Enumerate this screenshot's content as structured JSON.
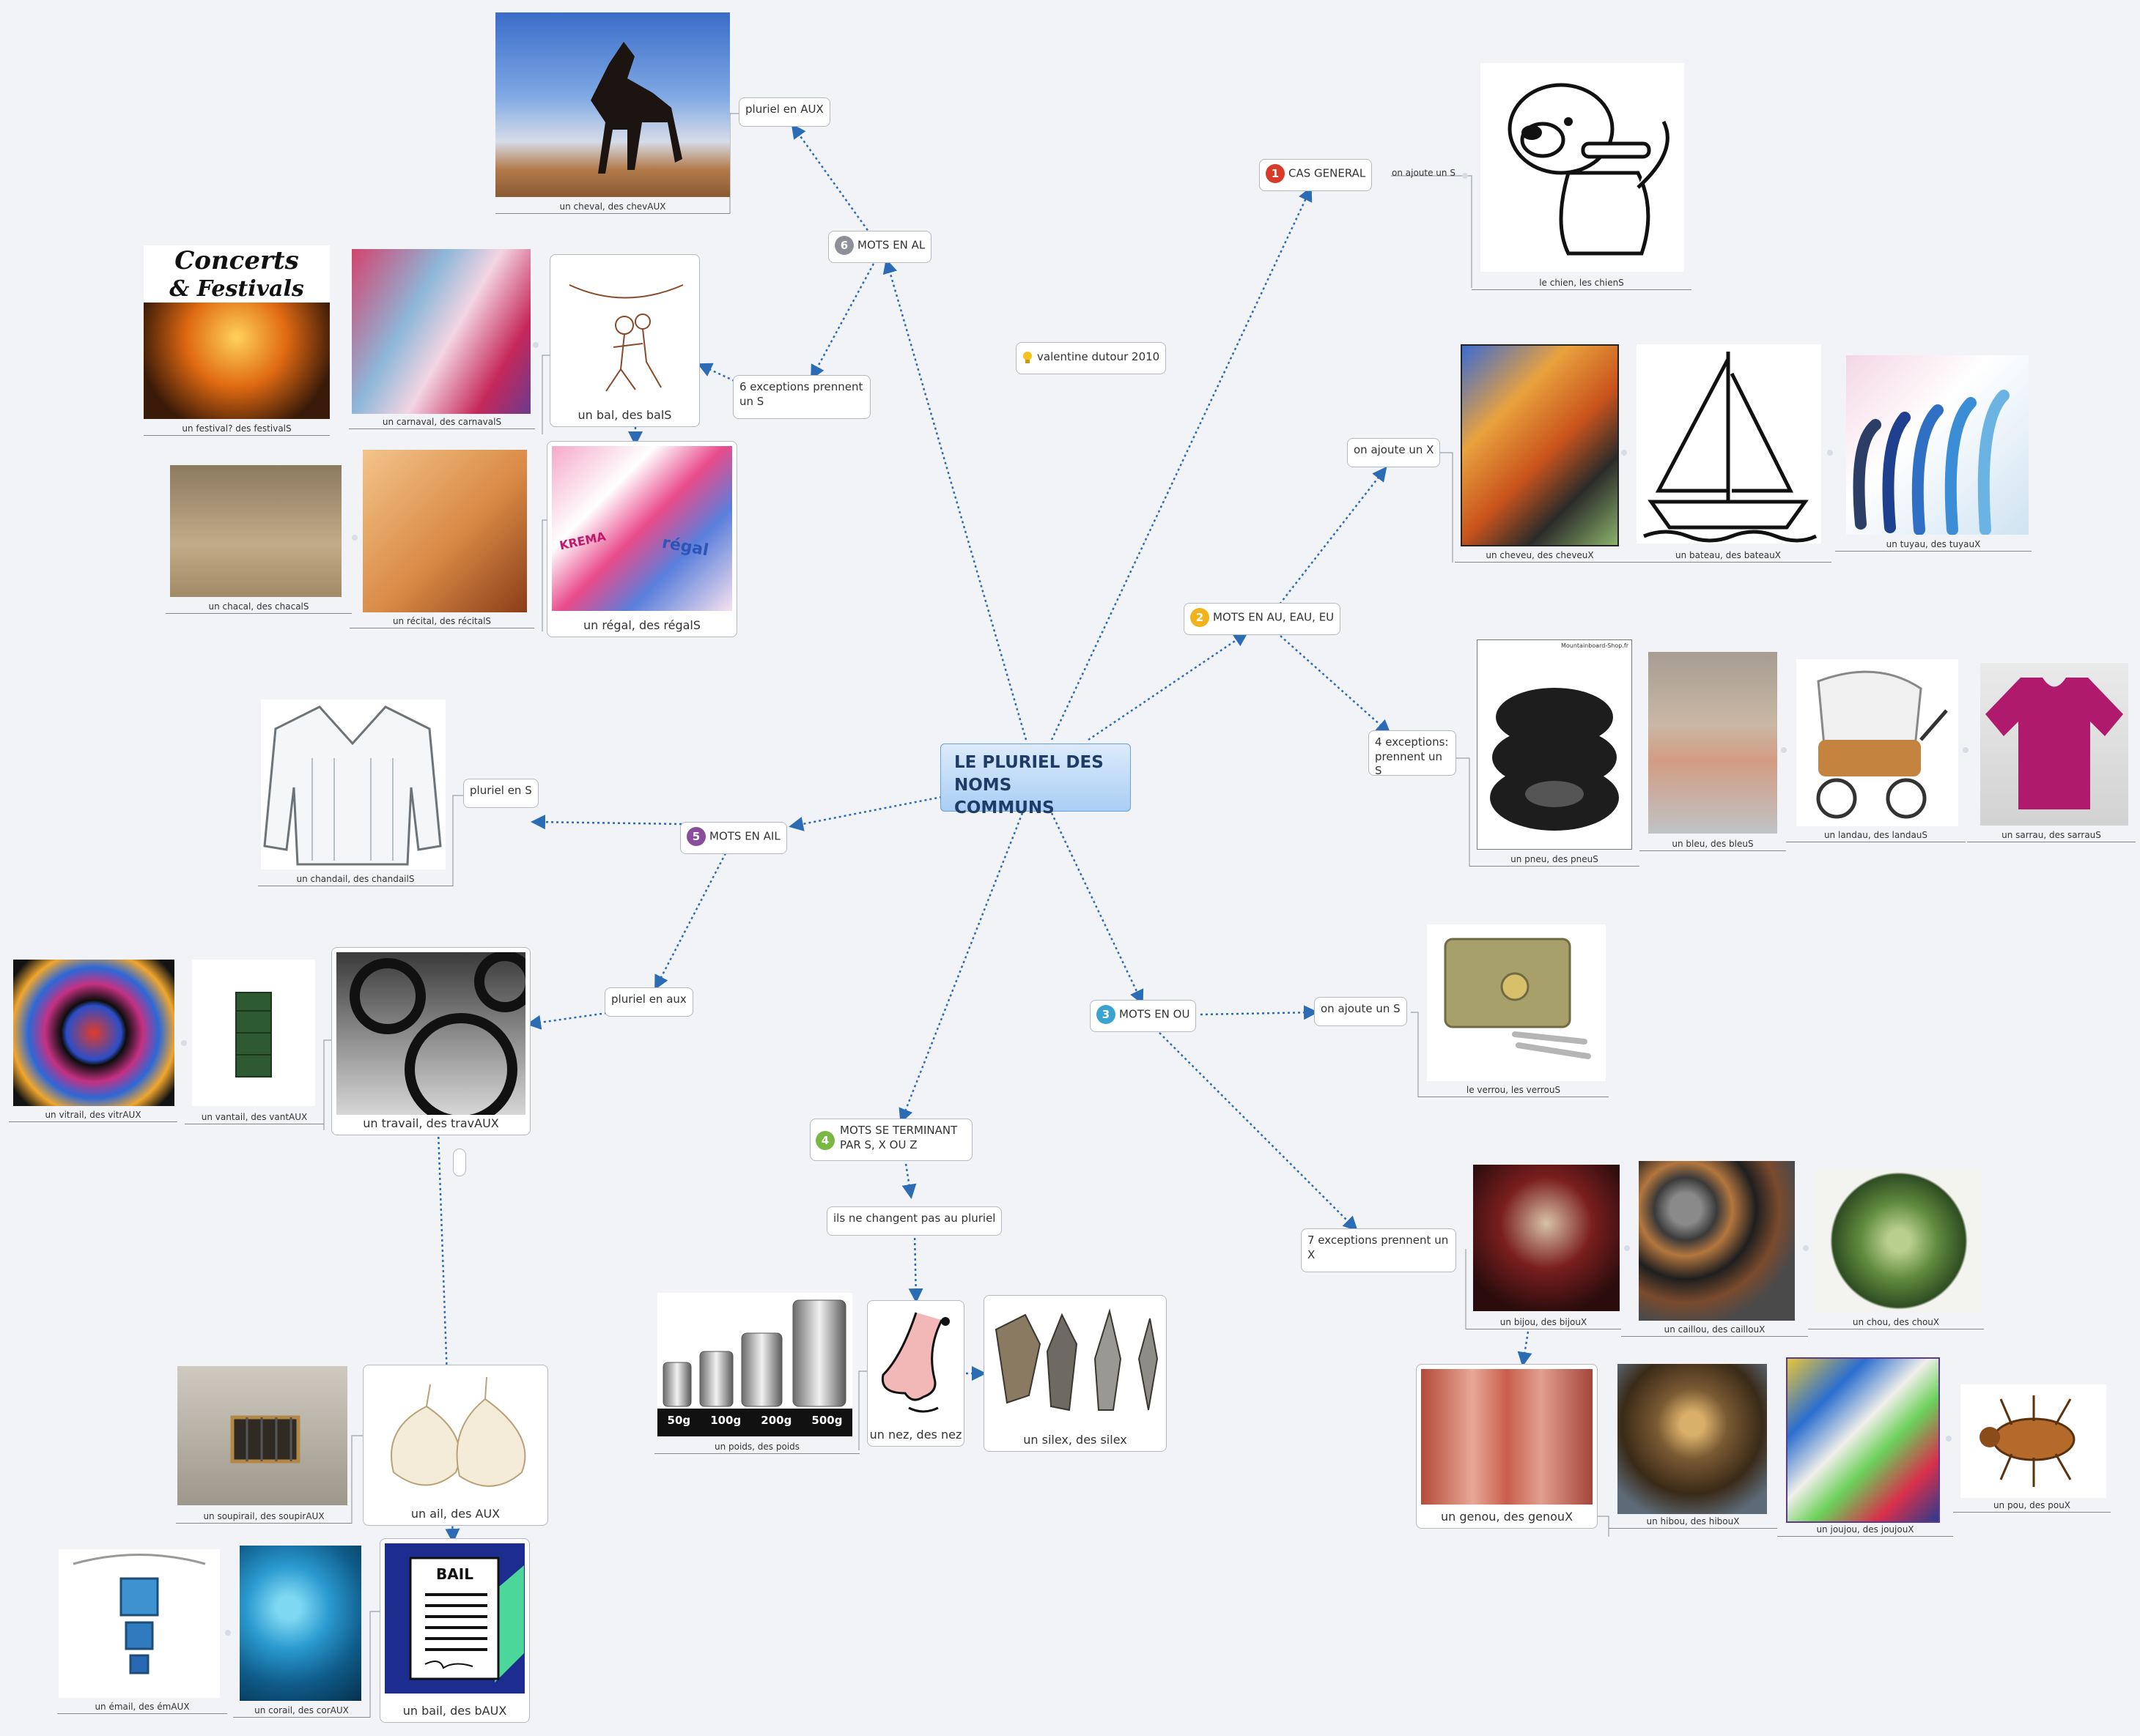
{
  "central": {
    "line1": "LE PLURIEL DES",
    "line2": "NOMS COMMUNS"
  },
  "author": "valentine dutour 2010",
  "branches": {
    "cas_general": {
      "number": "1",
      "label": "CAS GENERAL",
      "rule": "on ajoute un S"
    },
    "au_eau_eu": {
      "number": "2",
      "label": "MOTS EN AU, EAU, EU",
      "rule": "on ajoute un X",
      "exceptions": "4 exceptions: prennent un S"
    },
    "ou": {
      "number": "3",
      "label": "MOTS EN OU",
      "rule": "on ajoute un S",
      "exceptions": "7 exceptions prennent un X"
    },
    "sxz": {
      "number": "4",
      "label": "MOTS SE TERMINANT PAR S, X OU Z",
      "rule": "ils ne changent pas au pluriel"
    },
    "ail": {
      "number": "5",
      "label": "MOTS EN AIL",
      "rule_s": "pluriel en S",
      "rule_aux": "pluriel en aux"
    },
    "al": {
      "number": "6",
      "label": "MOTS EN AL",
      "rule_aux": "pluriel en AUX",
      "exceptions": "6 exceptions prennent un S"
    }
  },
  "examples": {
    "cheval": "un cheval, des chevAUX",
    "chien": "le chien, les chienS",
    "festival": "un festival? des festivalS",
    "carnaval": "un carnaval, des carnavalS",
    "bal": "un bal, des balS",
    "chacal": "un chacal, des chacalS",
    "recital": "un récital, des récitalS",
    "regal": "un régal, des régalS",
    "cheveu": "un cheveu, des cheveuX",
    "bateau": "un bateau, des bateauX",
    "tuyau": "un tuyau, des tuyauX",
    "pneu": "un pneu, des pneuS",
    "bleu": "un bleu, des bleuS",
    "landau": "un landau, des landauS",
    "sarrau": "un sarrau, des sarrauS",
    "chandail": "un chandail, des chandailS",
    "vitrail": "un vitrail, des vitrAUX",
    "vantail": "un vantail, des vantAUX",
    "travail": "un travail, des travAUX",
    "verrou": "le verrou, les verrouS",
    "bijou": "un bijou, des bijouX",
    "caillou": "un caillou, des caillouX",
    "chou": "un chou, des chouX",
    "genou": "un genou, des genouX",
    "hibou": "un hibou, des hibouX",
    "joujou": "un joujou, des joujouX",
    "pou": "un pou, des pouX",
    "poids": "un poids, des poids",
    "nez": "un nez, des nez",
    "silex": "un silex, des silex",
    "soupirail": "un soupirail, des soupirAUX",
    "ail": "un ail, des AUX",
    "email": "un émail, des émAUX",
    "corail": "un corail, des corAUX",
    "bail": "un bail, des bAUX"
  },
  "image_text": {
    "concerts": "Concerts",
    "festivals": "& Festivals",
    "bail_sign": "BAIL",
    "shop": "Mountainboard-Shop.fr",
    "w50": "50g",
    "w100": "100g",
    "w200": "200g",
    "w500": "500g",
    "bonbon1": "KREMA",
    "bonbon2": "régal"
  },
  "colors": {
    "connector": "#2b6cb5",
    "badge1": "#d93b2b",
    "badge2": "#f2b21b",
    "badge3": "#3aa3d0",
    "badge4": "#78b843",
    "badge5": "#8a4c9c",
    "badge6": "#8d9096"
  }
}
